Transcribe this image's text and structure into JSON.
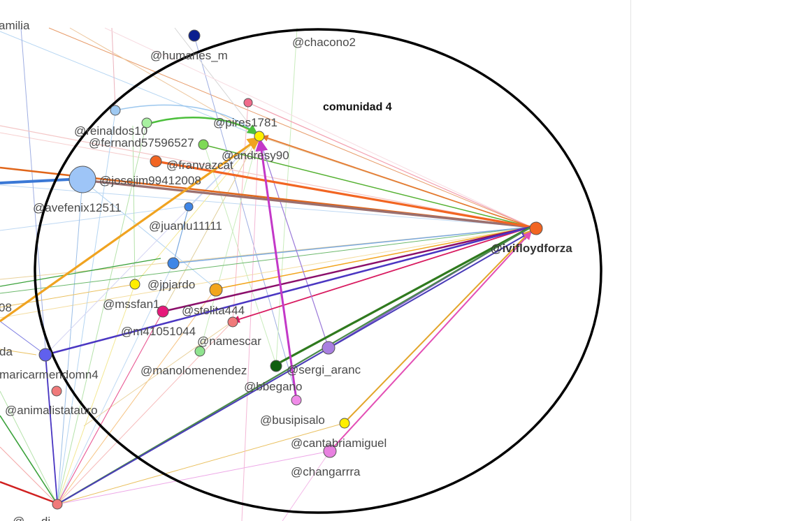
{
  "community_label": "comunidad 4",
  "colors": {
    "background": "#ffffff",
    "ellipse": "#000000",
    "hub": "#f26522"
  },
  "labels": {
    "trunc_top": "amilia",
    "humanes": "@humanes_m",
    "chacono": "@chacono2",
    "reinaldos": "@reinaldos10",
    "pires": "@pires1781",
    "fernand": "@fernand57596527",
    "andresy": "@andresy90",
    "franvazcat": "@franvazcat",
    "josejim": "@josejim99412008",
    "avefenix": "@avefenix12511",
    "juanlu": "@juanlu11111",
    "ivifloyd": "@ivifloydforza",
    "jpjardo": "@jpjardo",
    "mssfan": "@mssfan1",
    "stelita": "@stelita444",
    "trunc_08": "08",
    "m41051044": "@m41051044",
    "namescar": "@namescar",
    "trunc_da": "da",
    "maricarmen": "maricarmendomn4",
    "manolo": "@manolomenendez",
    "sergi": "@sergi_aranc",
    "bbegano": "@bbegano",
    "animalista": "@animalistatauro",
    "busipisalo": "@busipisalo",
    "cantabria": "@cantabriamiguel",
    "changarrra": "@changarrra",
    "trunc_bottom": "@ ... di..."
  },
  "nodes": [
    {
      "id": "humanes",
      "color": "#0b1f8f"
    },
    {
      "id": "pink_top",
      "color": "#f06b8a"
    },
    {
      "id": "reinaldos",
      "color": "#9ec9f2"
    },
    {
      "id": "fernand_top",
      "color": "#a8f0a0"
    },
    {
      "id": "pires",
      "color": "#ffee00"
    },
    {
      "id": "fernand",
      "color": "#7ed957"
    },
    {
      "id": "franvazcat",
      "color": "#f26522"
    },
    {
      "id": "josejim",
      "color": "#9ec5f7"
    },
    {
      "id": "juanlu",
      "color": "#3f86e6"
    },
    {
      "id": "avefenix_blue",
      "color": "#3f86e6"
    },
    {
      "id": "ivifloyd",
      "color": "#f26522"
    },
    {
      "id": "jpjardo",
      "color": "#ffee00"
    },
    {
      "id": "orange_mid",
      "color": "#f2a51c"
    },
    {
      "id": "mssfan",
      "color": "#e6197a"
    },
    {
      "id": "m41051044",
      "color": "#f07a7a"
    },
    {
      "id": "namescar",
      "color": "#8fe38f"
    },
    {
      "id": "maricarmen",
      "color": "#6060ee"
    },
    {
      "id": "manolo",
      "color": "#0f5f0f"
    },
    {
      "id": "sergi",
      "color": "#a97fe0"
    },
    {
      "id": "animalista",
      "color": "#f07a7a"
    },
    {
      "id": "busipisalo",
      "color": "#f08be8"
    },
    {
      "id": "cantabria",
      "color": "#ffee00"
    },
    {
      "id": "changarrra",
      "color": "#e880e0"
    },
    {
      "id": "bottom_hub",
      "color": "#f07a7a"
    }
  ]
}
